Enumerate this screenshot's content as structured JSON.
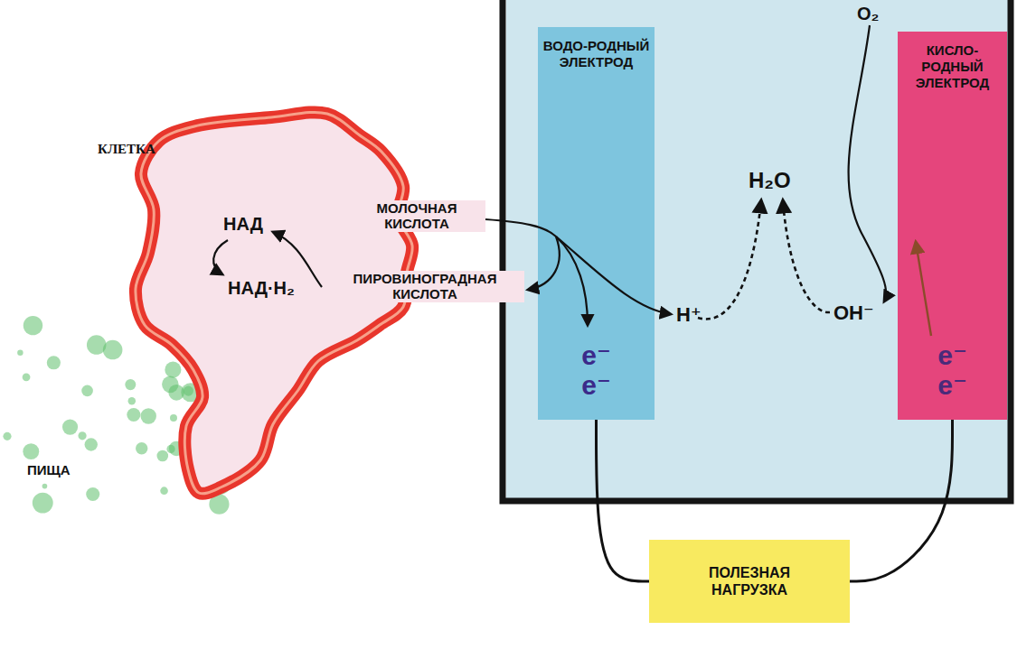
{
  "diagram": {
    "nodes": [
      {
        "text": [
          "КЛЕТКА"
        ]
      },
      {
        "text": [
          "ВОДО-РОДНЫЙ ЭЛЕКТРОД",
          "e⁻",
          "e⁻"
        ]
      },
      {
        "text": [
          "КИСЛО-РОДНЫЙ ЭЛЕКТРОД",
          "e⁻",
          "e⁻"
        ]
      },
      {
        "text": [
          "ПОЛЕЗНАЯ НАГРУЗКА"
        ]
      }
    ],
    "edges": [
      {
        "from": 1,
        "to": 3,
        "arrow": "none"
      },
      {
        "from": 2,
        "to": 3,
        "arrow": "none"
      }
    ],
    "labels": [
      "НАД",
      "НАД·Н₂",
      "МОЛОЧНАЯ КИСЛОТА",
      "ПИРОВИНОГРАДНАЯ КИСЛОТА",
      "ПИЩА",
      "H₂O",
      "H⁺",
      "OH⁻",
      "O₂"
    ]
  }
}
